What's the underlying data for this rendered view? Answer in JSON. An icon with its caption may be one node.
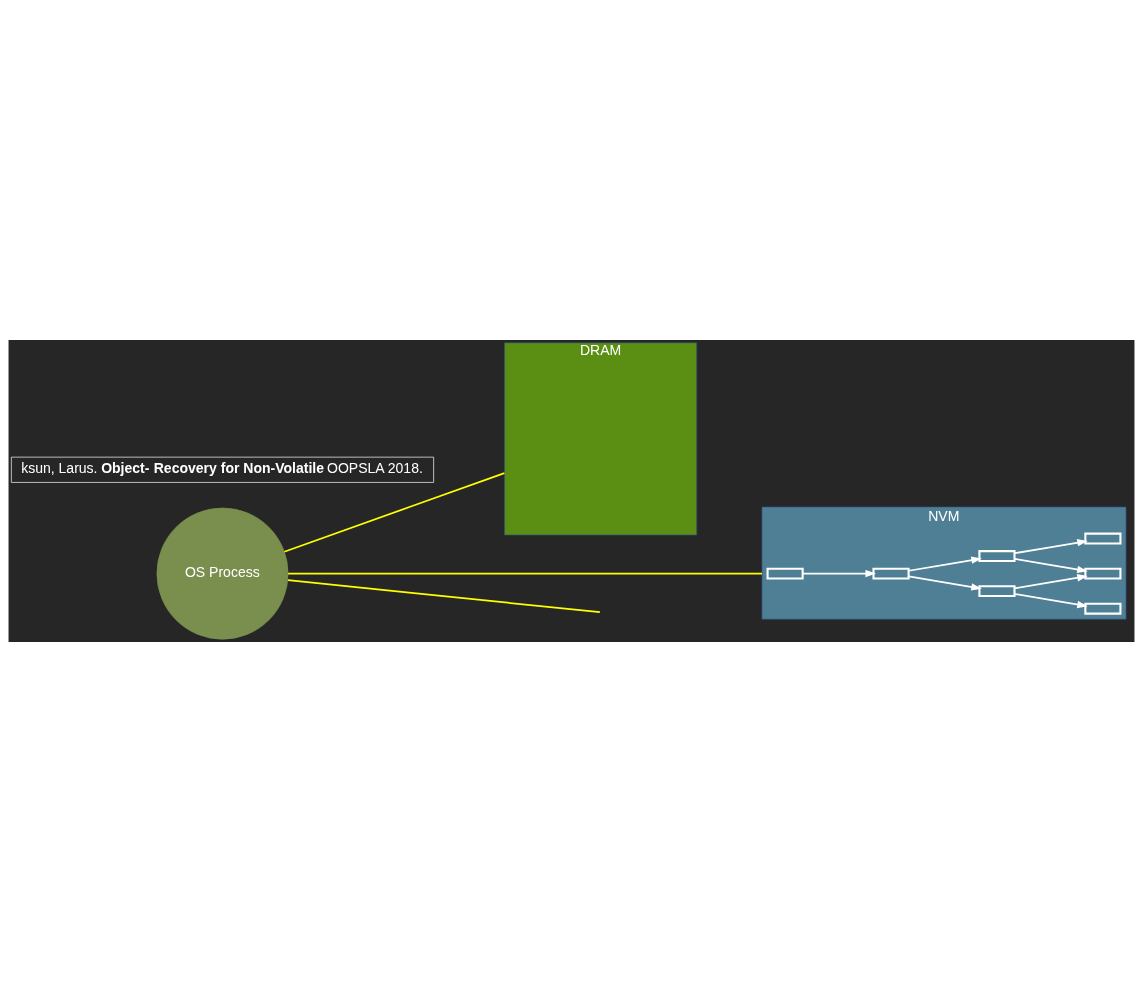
{
  "diagram": {
    "nodes": [
      {
        "text": [
          "OS Process"
        ]
      },
      {
        "text": [
          "DRAM"
        ]
      },
      {
        "text": [
          "NVM"
        ]
      },
      {
        "text": [],
        "shape": "box",
        "in": 2
      },
      {
        "text": [],
        "shape": "box",
        "in": 2
      },
      {
        "text": [],
        "shape": "box",
        "in": 2
      },
      {
        "text": [],
        "shape": "box",
        "in": 2
      },
      {
        "text": [],
        "shape": "box",
        "in": 2
      },
      {
        "text": [],
        "shape": "box",
        "in": 2
      },
      {
        "text": [],
        "shape": "box",
        "in": 2
      },
      {
        "text": [
          "ksun, Larus. **Object-** **Recovery for Non-Volatile** OOPSLA 2018."
        ]
      }
    ],
    "edges": [
      {
        "from": 0,
        "to": 1,
        "arrow": "none",
        "color": "#ffff00"
      },
      {
        "from": 0,
        "to": 2,
        "arrow": "none",
        "color": "#ffff00"
      },
      {
        "from": 0,
        "to": null,
        "arrow": "none",
        "color": "#ffff00"
      },
      {
        "from": 3,
        "to": 4,
        "arrow": "to"
      },
      {
        "from": 4,
        "to": 5,
        "arrow": "to"
      },
      {
        "from": 4,
        "to": 6,
        "arrow": "to"
      },
      {
        "from": 5,
        "to": 7,
        "arrow": "to"
      },
      {
        "from": 5,
        "to": 8,
        "arrow": "to"
      },
      {
        "from": 6,
        "to": 8,
        "arrow": "to"
      },
      {
        "from": 6,
        "to": 9,
        "arrow": "to"
      }
    ]
  }
}
